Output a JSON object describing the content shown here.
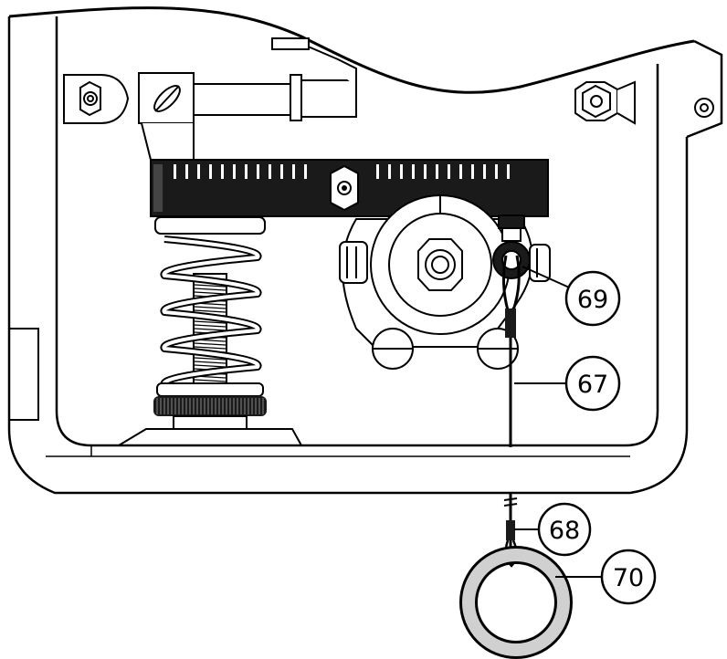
{
  "diagram": {
    "callouts": [
      {
        "id": "c69",
        "label": "69"
      },
      {
        "id": "c67",
        "label": "67"
      },
      {
        "id": "c68",
        "label": "68"
      },
      {
        "id": "c70",
        "label": "70"
      }
    ]
  },
  "colors": {
    "line": "#000000",
    "bar": "#1a1a1a",
    "fill": "#ffffff",
    "shade": "#d0d0d0"
  }
}
